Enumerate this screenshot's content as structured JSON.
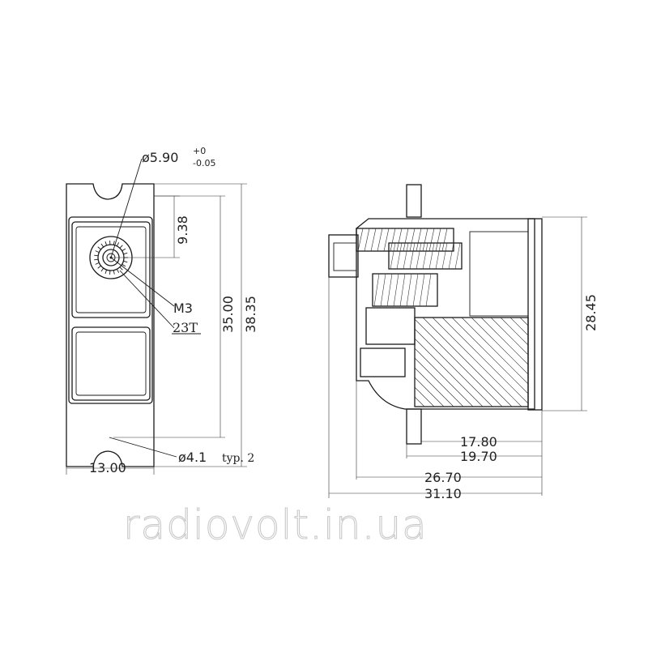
{
  "front_view": {
    "hole_diameter": "ø5.90",
    "tol_upper": "+0",
    "tol_lower": "-0.05",
    "dim_9_38": "9.38",
    "dim_35_00": "35.00",
    "dim_38_35": "38.35",
    "thread_label": "M3",
    "spline_label": "23T",
    "width_dim": "13.00",
    "mount_hole": "ø4.1",
    "mount_hole_note": "typ. 2"
  },
  "side_view": {
    "height_dim": "28.45",
    "dim_17_80": "17.80",
    "dim_19_70": "19.70",
    "dim_26_70": "26.70",
    "dim_31_10": "31.10"
  },
  "watermark": "radiovolt.in.ua"
}
